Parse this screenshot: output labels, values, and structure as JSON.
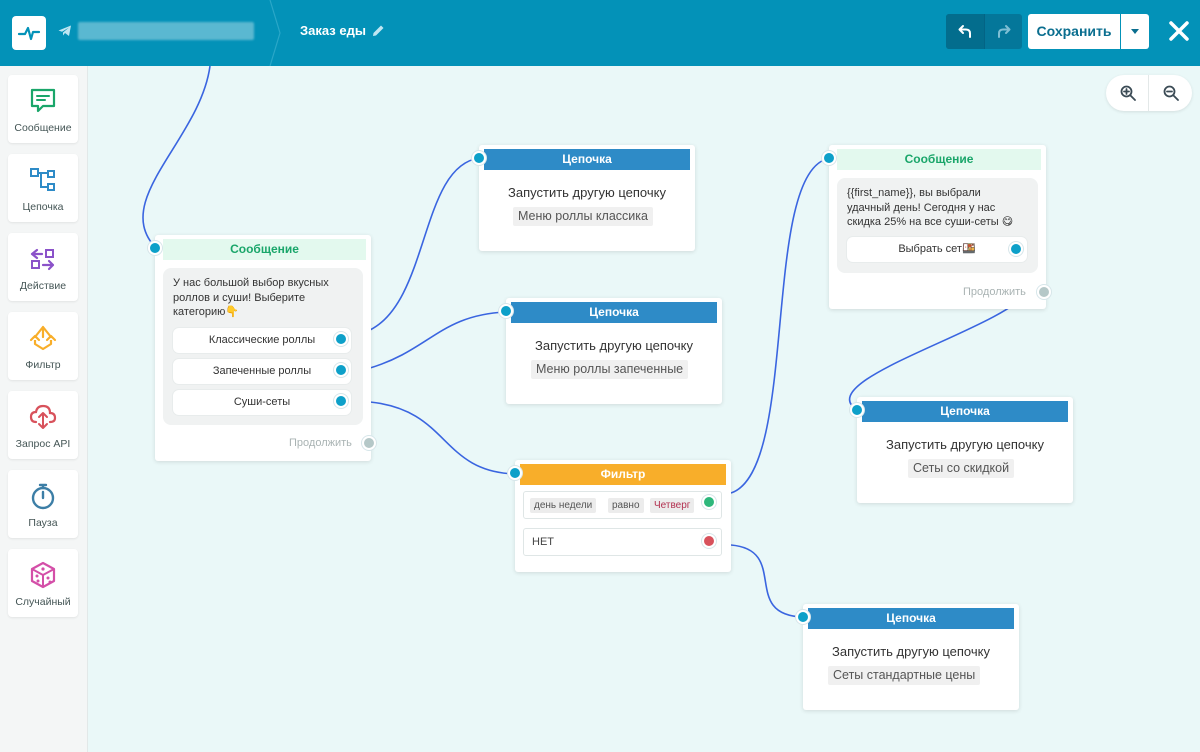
{
  "header": {
    "flow_title": "Заказ еды",
    "save_label": "Сохранить"
  },
  "sidebar": {
    "items": [
      {
        "label": "Сообщение",
        "icon": "message-icon",
        "color": "#1aa66a"
      },
      {
        "label": "Цепочка",
        "icon": "chain-icon",
        "color": "#2e8bc7"
      },
      {
        "label": "Действие",
        "icon": "action-icon",
        "color": "#8b52c9"
      },
      {
        "label": "Фильтр",
        "icon": "filter-icon",
        "color": "#f8ae2a"
      },
      {
        "label": "Запрос API",
        "icon": "api-icon",
        "color": "#d8525c"
      },
      {
        "label": "Пауза",
        "icon": "pause-icon",
        "color": "#3c7ea6"
      },
      {
        "label": "Случайный",
        "icon": "random-icon",
        "color": "#d44fa8"
      }
    ]
  },
  "nodes": {
    "message1": {
      "header": "Сообщение",
      "text": [
        "У нас большой выбор вкусных",
        "роллов и суши! Выберите",
        "категорию👇"
      ],
      "buttons": [
        "Классические роллы",
        "Запеченные роллы",
        "Суши-сеты"
      ],
      "continue_label": "Продолжить"
    },
    "chain1": {
      "header": "Цепочка",
      "title": "Запустить другую цепочку",
      "tag": "Меню роллы классика"
    },
    "chain2": {
      "header": "Цепочка",
      "title": "Запустить другую цепочку",
      "tag": "Меню роллы запеченные"
    },
    "filter": {
      "header": "Фильтр",
      "chips": [
        "день недели",
        "равно",
        "Четверг"
      ],
      "no_label": "НЕТ"
    },
    "message2": {
      "header": "Сообщение",
      "text": [
        "{{first_name}}, вы выбрали",
        "удачный день! Сегодня у нас",
        "скидка 25% на все суши-сеты 😋"
      ],
      "button": "Выбрать сет🍱",
      "continue_label": "Продолжить"
    },
    "chain3": {
      "header": "Цепочка",
      "title": "Запустить другую цепочку",
      "tag": "Сеты со скидкой"
    },
    "chain4": {
      "header": "Цепочка",
      "title": "Запустить другую цепочку",
      "tag": "Сеты стандартные цены"
    }
  }
}
